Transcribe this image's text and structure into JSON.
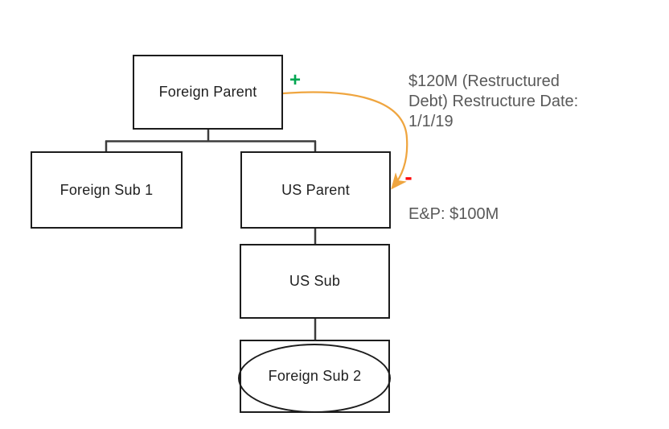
{
  "diagram": {
    "type": "org-structure",
    "nodes": [
      {
        "id": "foreign-parent",
        "label": "Foreign Parent",
        "shape": "rectangle"
      },
      {
        "id": "foreign-sub-1",
        "label": "Foreign Sub 1",
        "shape": "rectangle"
      },
      {
        "id": "us-parent",
        "label": "US Parent",
        "shape": "rectangle"
      },
      {
        "id": "us-sub",
        "label": "US Sub",
        "shape": "rectangle"
      },
      {
        "id": "foreign-sub-2",
        "label": "Foreign Sub 2",
        "shape": "ellipse-in-rectangle"
      }
    ],
    "edges": [
      {
        "from": "foreign-parent",
        "to": "foreign-sub-1",
        "style": "elbow"
      },
      {
        "from": "foreign-parent",
        "to": "us-parent",
        "style": "elbow"
      },
      {
        "from": "us-parent",
        "to": "us-sub",
        "style": "straight"
      },
      {
        "from": "us-sub",
        "to": "foreign-sub-2",
        "style": "straight"
      }
    ],
    "arrow": {
      "from": "foreign-parent",
      "to": "us-parent",
      "from_sign": "+",
      "to_sign": "-",
      "color": "#efa53f"
    },
    "annotations": {
      "debt_note_text": "$120M (Restructured Debt) Restructure Date: 1/1/19",
      "debt_note_lines": [
        "$120M (Restructured",
        "Debt) Restructure Date:",
        "1/1/19"
      ],
      "ep_note": "E&P: $100M"
    },
    "colors": {
      "arrow_orange": "#efa53f",
      "plus_green": "#00a651",
      "minus_red": "#ff0000",
      "note_gray": "#595959",
      "box_border": "#1c1c1c",
      "connector": "#3c3c3c",
      "background": "#ffffff"
    }
  }
}
